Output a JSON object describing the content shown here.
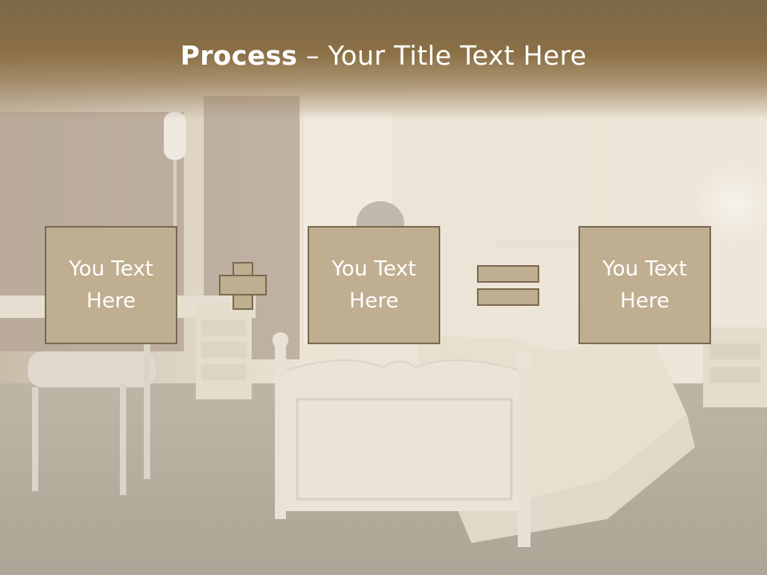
{
  "title": {
    "bold": "Process",
    "rest": " – Your Title Text Here"
  },
  "boxes": [
    {
      "text": "You Text Here"
    },
    {
      "text": "You Text Here"
    },
    {
      "text": "You Text Here"
    }
  ],
  "operators": {
    "first": "plus-icon",
    "second": "equals-icon"
  },
  "colors": {
    "header": "#8c7046",
    "box_fill": "#bfae90",
    "box_border": "#7c6a52",
    "text": "#ffffff"
  }
}
